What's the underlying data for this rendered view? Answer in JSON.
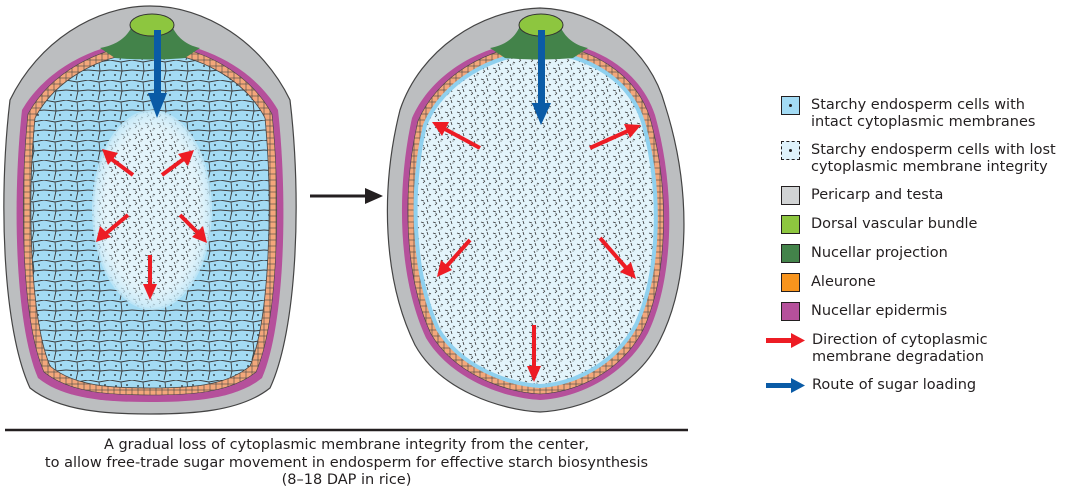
{
  "legend": {
    "items": [
      {
        "label_line1": "Starchy endosperm cells with",
        "label_line2": "intact cytoplasmic membranes",
        "color": "#a3dbf4",
        "icon": "cell-intact-swatch"
      },
      {
        "label_line1": "Starchy endosperm cells with lost",
        "label_line2": "cytoplasmic membrane integrity",
        "color": "#dff2fb",
        "icon": "cell-lost-swatch"
      },
      {
        "label": "Pericarp and testa",
        "color": "#d1d3d4"
      },
      {
        "label": "Dorsal vascular bundle",
        "color": "#8dc63f"
      },
      {
        "label": "Nucellar projection",
        "color": "#43834a"
      },
      {
        "label": "Aleurone",
        "color": "#f7941d"
      },
      {
        "label": "Nucellar epidermis",
        "color": "#b5509b"
      },
      {
        "label_line1": "Direction of cytoplasmic",
        "label_line2": "membrane degradation",
        "color": "#ed1c24",
        "icon": "red-arrow"
      },
      {
        "label": "Route of sugar loading",
        "color": "#0a5ba6",
        "icon": "blue-arrow"
      }
    ]
  },
  "caption": {
    "line1": "A gradual loss of cytoplasmic membrane integrity from the center,",
    "line2": "to allow free-trade sugar movement in endosperm for effective starch biosynthesis",
    "line3": "(8–18 DAP in rice)"
  }
}
